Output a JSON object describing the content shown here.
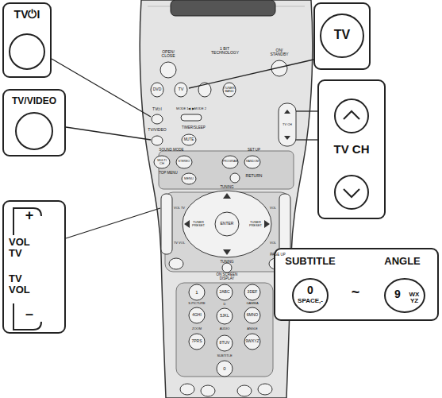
{
  "diagram": {
    "nodes": [
      {
        "text": [
          "TV⏻I"
        ]
      },
      {
        "text": [
          "TV/VIDEO"
        ]
      },
      {
        "text": [
          "+",
          "VOL TV",
          "TV VOL",
          "–"
        ]
      },
      {
        "text": [
          "TV"
        ]
      },
      {
        "text": [
          "TV CH"
        ]
      },
      {
        "text": [
          "SUBTITLE",
          "0",
          "SPACE,-",
          "~",
          "ANGLE",
          "9",
          "WX YZ"
        ]
      }
    ],
    "labels": [
      "1 BIT TECHNOLOGY",
      "OPEN/ CLOSE",
      "ON/ STANDBY",
      "DVD",
      "TV",
      "TUNER BAND",
      "TV⏻I",
      "MODE 1◀ ▶MODE 2",
      "TV/VIDEO",
      "TIMER/SLEEP",
      "MUTE",
      "TV CH",
      "SOUND MODE",
      "SET UP",
      "MULTI CH",
      "STEREO",
      "PROGRAM",
      "RANDOM",
      "TOP MENU",
      "MENU",
      "RETURN",
      "TUNING",
      "ENTER",
      "TUNER PRESET",
      "TUNER PRESET",
      "TUNING",
      "PAGE UP",
      "ON SCREEN DISPLAY",
      "VOL TV",
      "TV VOL",
      "VOL",
      "VOL",
      "1",
      "2ABC",
      "3DEF",
      "S-PICTURE",
      "D",
      "GAMMA",
      "4GHI",
      "5JKL",
      "6MNO",
      "ZOOM",
      "AUDIO",
      "ANGLE",
      "7PRS",
      "8TUV",
      "9WXYZ",
      "SUBTITLE",
      "0"
    ]
  }
}
